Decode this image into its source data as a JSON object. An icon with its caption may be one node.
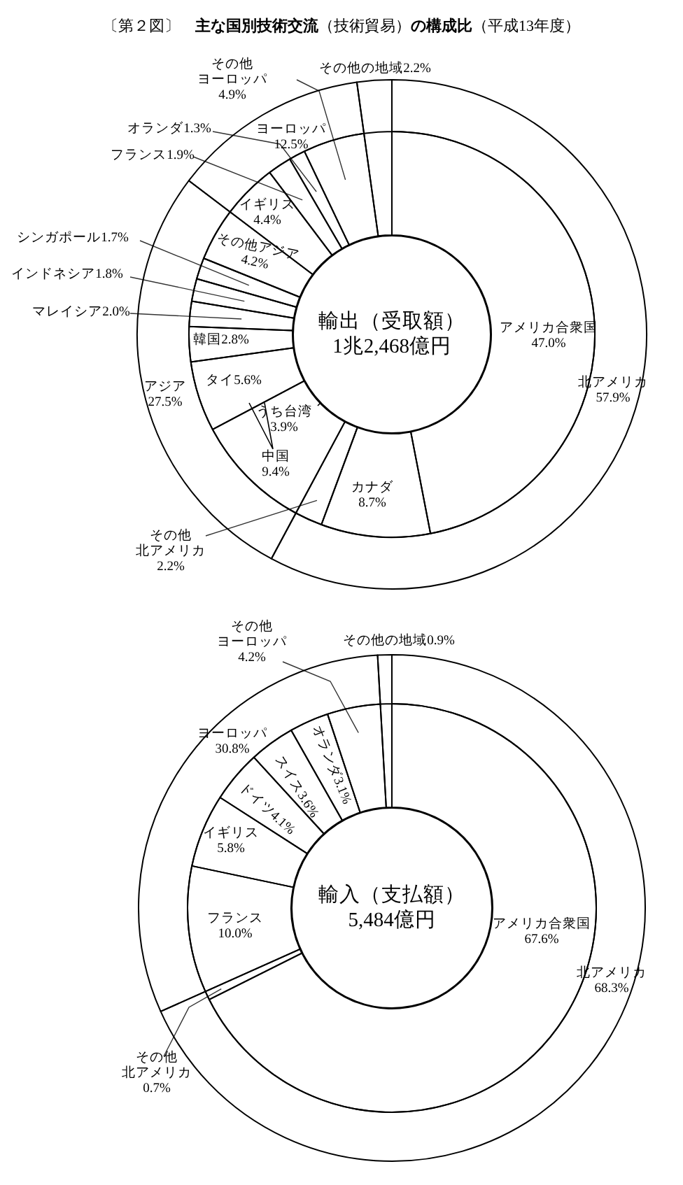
{
  "diagram": {
    "title": "〔第２図〕　**主な国別技術交流**（技術貿易）**の構成比**（平成13年度）",
    "nodes": [
      {
        "text": [
          "輸出（受取額）",
          "1兆2,468億円"
        ]
      },
      {
        "text": [
          "北アメリカ57.9%"
        ]
      },
      {
        "text": [
          "アジア27.5%"
        ]
      },
      {
        "text": [
          "ヨーロッパ12.5%"
        ]
      },
      {
        "text": [
          "その他の地域2.2%"
        ]
      },
      {
        "text": [
          "アメリカ合衆国47.0%"
        ]
      },
      {
        "text": [
          "カナダ8.7%"
        ]
      },
      {
        "text": [],
        "shape": "wedge"
      },
      {
        "text": [
          "中国9.4%"
        ]
      },
      {
        "text": [
          "うち台湾3.9%"
        ],
        "in": 8
      },
      {
        "text": [
          "タイ5.6%"
        ]
      },
      {
        "text": [
          "韓国2.8%"
        ]
      },
      {
        "text": [],
        "shape": "wedge"
      },
      {
        "text": [],
        "shape": "wedge"
      },
      {
        "text": [],
        "shape": "wedge"
      },
      {
        "text": [
          "その他アジア4.2%"
        ]
      },
      {
        "text": [
          "イギリス4.4%"
        ]
      },
      {
        "text": [],
        "shape": "wedge"
      },
      {
        "text": [],
        "shape": "wedge"
      },
      {
        "text": [],
        "shape": "wedge"
      },
      {
        "text": [
          "その他北アメリカ2.2%"
        ]
      },
      {
        "text": [
          "マレイシア2.0%"
        ]
      },
      {
        "text": [
          "インドネシア1.8%"
        ]
      },
      {
        "text": [
          "シンガポール1.7%"
        ]
      },
      {
        "text": [
          "フランス1.9%"
        ]
      },
      {
        "text": [
          "オランダ1.3%"
        ]
      },
      {
        "text": [
          "その他ヨーロッパ4.9%"
        ]
      },
      {
        "text": [
          "輸入（支払額）",
          "5,484億円"
        ]
      },
      {
        "text": [
          "北アメリカ68.3%"
        ]
      },
      {
        "text": [
          "ヨーロッパ30.8%"
        ]
      },
      {
        "text": [
          "その他の地域0.9%"
        ]
      },
      {
        "text": [
          "アメリカ合衆国67.6%"
        ]
      },
      {
        "text": [],
        "shape": "wedge"
      },
      {
        "text": [
          "フランス10.0%"
        ]
      },
      {
        "text": [
          "イギリス5.8%"
        ]
      },
      {
        "text": [
          "ドイツ4.1%"
        ]
      },
      {
        "text": [
          "スイス3.6%"
        ]
      },
      {
        "text": [
          "オランダ3.1%"
        ]
      },
      {
        "text": [],
        "shape": "wedge"
      },
      {
        "text": [
          "その他北アメリカ0.7%"
        ]
      },
      {
        "text": [
          "その他ヨーロッパ4.2%"
        ]
      }
    ],
    "edges": [
      {
        "from": 20,
        "to": 7,
        "arrow": "none"
      },
      {
        "from": 21,
        "to": 12,
        "arrow": "none"
      },
      {
        "from": 22,
        "to": 13,
        "arrow": "none"
      },
      {
        "from": 23,
        "to": 14,
        "arrow": "none"
      },
      {
        "from": 24,
        "to": 17,
        "arrow": "none"
      },
      {
        "from": 25,
        "to": 18,
        "arrow": "none"
      },
      {
        "from": 26,
        "to": 19,
        "arrow": "none"
      },
      {
        "from": 39,
        "to": 32,
        "arrow": "none"
      },
      {
        "from": 40,
        "to": 38,
        "arrow": "none"
      }
    ]
  }
}
